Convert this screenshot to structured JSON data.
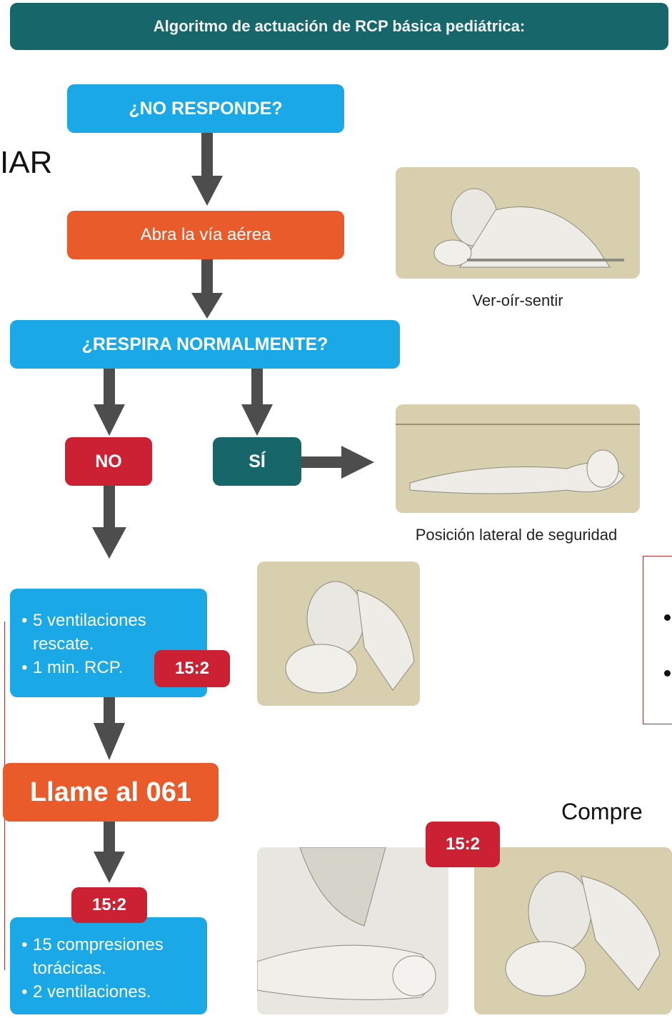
{
  "header": {
    "title": "Algoritmo de actuación de RCP básica pediátrica:"
  },
  "flow": {
    "no_responde": "¿NO RESPONDE?",
    "abra_via": "Abra la vía aérea",
    "respira": "¿RESPIRA NORMALMENTE?",
    "no": "NO",
    "si": "SÍ",
    "ventilaciones": [
      "5 ventilaciones rescate.",
      "1 min. RCP."
    ],
    "badge_ratio": "15:2",
    "llame": "Llame al 061",
    "compresiones": [
      "15 compresiones torácicas.",
      "2 ventilaciones."
    ]
  },
  "captions": {
    "ver_oir": "Ver-oír-sentir",
    "posicion": "Posición lateral de seguridad"
  },
  "background_fragments": {
    "iar": "IAR",
    "compre": "Compre"
  },
  "colors": {
    "teal": "#17676a",
    "cyan": "#1aa9e6",
    "orange": "#ea5b2c",
    "red": "#cc2132",
    "arrow": "#4d4d4d",
    "photo_bg": "#d8cfae"
  }
}
